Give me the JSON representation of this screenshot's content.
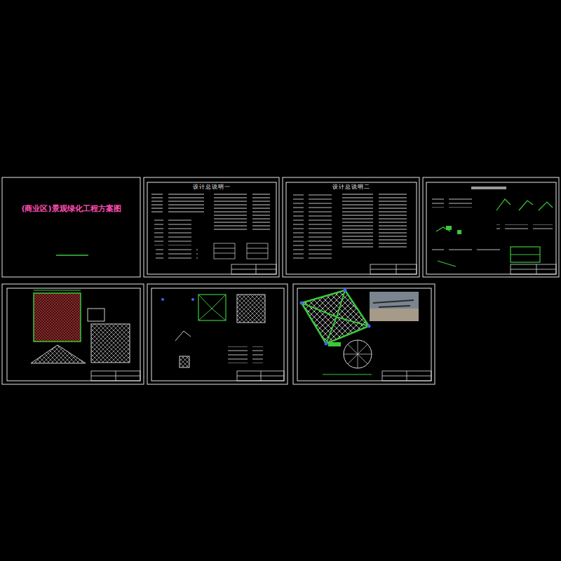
{
  "diagram": {
    "title": "(商业区)景观绿化工程方案图",
    "labels": [
      "设计总说明一",
      "设计总说明二"
    ]
  }
}
